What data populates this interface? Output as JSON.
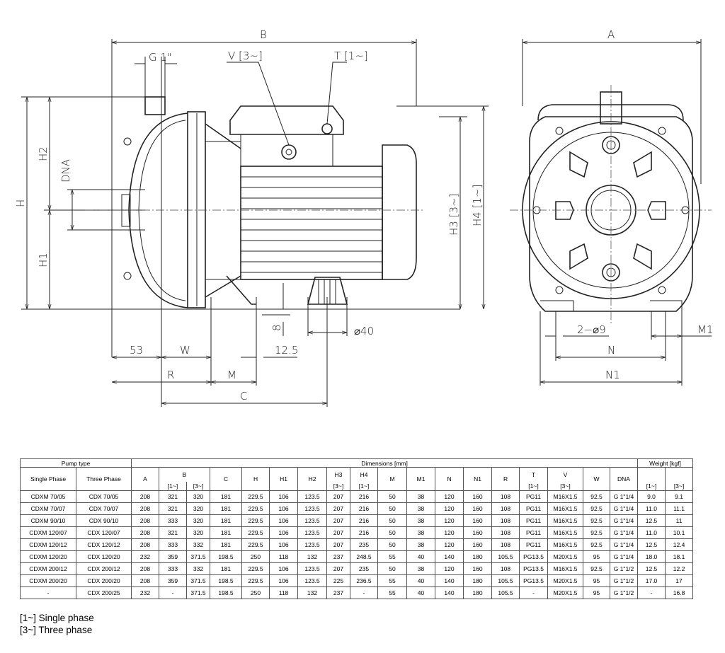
{
  "drawing": {
    "labels": {
      "B": "B",
      "A": "A",
      "G": "G 1\"",
      "V": "V [3~]",
      "T": "T [1~]",
      "H": "H",
      "H1": "H1",
      "H2": "H2",
      "DNA": "DNA",
      "H3": "H3 [3~]",
      "H4": "H4 [1~]",
      "d53": "53",
      "W": "W",
      "d12_5": "12.5",
      "R": "R",
      "M": "M",
      "C": "C",
      "d8": "8",
      "d40": "⌀40",
      "holes": "2−⌀9",
      "M1": "M1",
      "N": "N",
      "N1": "N1"
    }
  },
  "table": {
    "pump_type": "Pump type",
    "dimensions": "Dimensions [mm]",
    "weight": "Weight [kgf]",
    "single_phase": "Single Phase",
    "three_phase": "Three Phase",
    "columns": [
      "A",
      "B",
      "C",
      "H",
      "H1",
      "H2",
      "H3",
      "H4",
      "M",
      "M1",
      "N",
      "N1",
      "R",
      "T",
      "V",
      "W",
      "DNA"
    ],
    "sub": {
      "one": "[1~]",
      "three": "[3~]"
    },
    "rows": [
      [
        "CDXM  70/05",
        "CDX  70/05",
        "208",
        "321",
        "320",
        "181",
        "229.5",
        "106",
        "123.5",
        "207",
        "216",
        "50",
        "38",
        "120",
        "160",
        "108",
        "PG11",
        "M16X1.5",
        "92.5",
        "G 1\"1/4",
        "9.0",
        "9.1"
      ],
      [
        "CDXM  70/07",
        "CDX  70/07",
        "208",
        "321",
        "320",
        "181",
        "229.5",
        "106",
        "123.5",
        "207",
        "216",
        "50",
        "38",
        "120",
        "160",
        "108",
        "PG11",
        "M16X1.5",
        "92.5",
        "G 1\"1/4",
        "11.0",
        "11.1"
      ],
      [
        "CDXM  90/10",
        "CDX  90/10",
        "208",
        "333",
        "320",
        "181",
        "229.5",
        "106",
        "123.5",
        "207",
        "216",
        "50",
        "38",
        "120",
        "160",
        "108",
        "PG11",
        "M16X1.5",
        "92.5",
        "G 1\"1/4",
        "12.5",
        "11"
      ],
      [
        "CDXM 120/07",
        "CDX 120/07",
        "208",
        "321",
        "320",
        "181",
        "229.5",
        "106",
        "123.5",
        "207",
        "216",
        "50",
        "38",
        "120",
        "160",
        "108",
        "PG11",
        "M16X1.5",
        "92.5",
        "G 1\"1/4",
        "11.0",
        "10.1"
      ],
      [
        "CDXM 120/12",
        "CDX 120/12",
        "208",
        "333",
        "332",
        "181",
        "229.5",
        "106",
        "123.5",
        "207",
        "235",
        "50",
        "38",
        "120",
        "160",
        "108",
        "PG11",
        "M16X1.5",
        "92.5",
        "G 1\"1/4",
        "12.5",
        "12.4"
      ],
      [
        "CDXM 120/20",
        "CDX 120/20",
        "232",
        "359",
        "371.5",
        "198.5",
        "250",
        "118",
        "132",
        "237",
        "248.5",
        "55",
        "40",
        "140",
        "180",
        "105.5",
        "PG13.5",
        "M20X1.5",
        "95",
        "G 1\"1/4",
        "18.0",
        "18.1"
      ],
      [
        "CDXM 200/12",
        "CDX 200/12",
        "208",
        "333",
        "332",
        "181",
        "229.5",
        "106",
        "123.5",
        "207",
        "235",
        "50",
        "38",
        "120",
        "160",
        "108",
        "PG13.5",
        "M16X1.5",
        "92.5",
        "G 1\"1/2",
        "12.5",
        "12.2"
      ],
      [
        "CDXM 200/20",
        "CDX 200/20",
        "208",
        "359",
        "371.5",
        "198.5",
        "229.5",
        "106",
        "123.5",
        "225",
        "236.5",
        "55",
        "40",
        "140",
        "180",
        "105.5",
        "PG13.5",
        "M20X1.5",
        "95",
        "G 1\"1/2",
        "17.0",
        "17"
      ],
      [
        "-",
        "CDX 200/25",
        "232",
        "-",
        "371.5",
        "198.5",
        "250",
        "118",
        "132",
        "237",
        "-",
        "55",
        "40",
        "140",
        "180",
        "105.5",
        "-",
        "M20X1.5",
        "95",
        "G 1\"1/2",
        "-",
        "16.8"
      ]
    ]
  },
  "legend": {
    "single": "[1~] Single phase",
    "three": "[3~] Three phase"
  }
}
